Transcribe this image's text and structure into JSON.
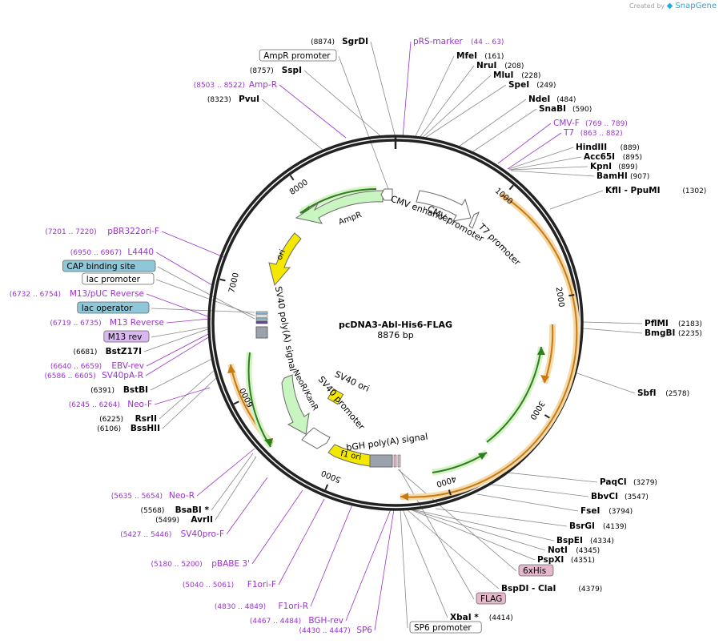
{
  "watermark": {
    "created_by": "Created by",
    "brand": "SnapGene"
  },
  "plasmid": {
    "name": "pcDNA3-Abl-His6-FLAG",
    "size_label": "8876 bp",
    "length": 8876
  },
  "ticks": [
    "1000",
    "2000",
    "3000",
    "4000",
    "5000",
    "6000",
    "7000",
    "8000"
  ],
  "colors": {
    "enzyme": "#000000",
    "primer": "#9a33cc",
    "orange": "#e39c30",
    "green": "#3a9a2a",
    "feature_green": "#c8f5c0",
    "yellow": "#f5e800",
    "gray": "#9aa3ab",
    "blue_box": "#8ec8d8",
    "pink_box": "#e6b8cc"
  },
  "features": {
    "ampr": "AmpR",
    "ori": "ori",
    "cmv_enhancer": "CMV enhancer",
    "cmv_promoter": "CMV promoter",
    "t7_promoter": "T7 promoter",
    "sv40_polya": "SV40 poly(A) signal",
    "neo": "NeoR/KanR",
    "sv40_promoter": "SV40 promoter",
    "sv40_ori": "SV40 ori",
    "bgh_polya": "bGH poly(A) signal",
    "f1_ori": "f1 ori"
  },
  "labels": [
    {
      "id": "sgrdi",
      "kind": "enzyme",
      "name": "SgrDI",
      "pos": "(8874)"
    },
    {
      "id": "ampr-promoter",
      "kind": "feature",
      "name": "AmpR promoter"
    },
    {
      "id": "sspi",
      "kind": "enzyme",
      "name": "SspI",
      "pos": "(8757)"
    },
    {
      "id": "amp-r",
      "kind": "primer",
      "name": "Amp-R",
      "pos": "(8503 .. 8522)"
    },
    {
      "id": "pvui",
      "kind": "enzyme",
      "name": "PvuI",
      "pos": "(8323)"
    },
    {
      "id": "prs-marker",
      "kind": "primer",
      "name": "pRS-marker",
      "pos": "(44 .. 63)"
    },
    {
      "id": "mfei",
      "kind": "enzyme",
      "name": "MfeI",
      "pos": "(161)"
    },
    {
      "id": "nrui",
      "kind": "enzyme",
      "name": "NruI",
      "pos": "(208)"
    },
    {
      "id": "mlui",
      "kind": "enzyme",
      "name": "MluI",
      "pos": "(228)"
    },
    {
      "id": "spei",
      "kind": "enzyme",
      "name": "SpeI",
      "pos": "(249)"
    },
    {
      "id": "ndei",
      "kind": "enzyme",
      "name": "NdeI",
      "pos": "(484)"
    },
    {
      "id": "snabi",
      "kind": "enzyme",
      "name": "SnaBI",
      "pos": "(590)"
    },
    {
      "id": "cmv-f",
      "kind": "primer",
      "name": "CMV-F",
      "pos": "(769 .. 789)"
    },
    {
      "id": "t7",
      "kind": "primer",
      "name": "T7",
      "pos": "(863 .. 882)"
    },
    {
      "id": "hindiii",
      "kind": "enzyme",
      "name": "HindIII",
      "pos": "(889)"
    },
    {
      "id": "acc65i",
      "kind": "enzyme",
      "name": "Acc65I",
      "pos": "(895)"
    },
    {
      "id": "kpni",
      "kind": "enzyme",
      "name": "KpnI",
      "pos": "(899)"
    },
    {
      "id": "bamhi",
      "kind": "enzyme",
      "name": "BamHI",
      "pos": "(907)"
    },
    {
      "id": "kfli",
      "kind": "enzyme",
      "name": "KflI  - PpuMI",
      "pos": "(1302)"
    },
    {
      "id": "pflmi",
      "kind": "enzyme",
      "name": "PflMI",
      "pos": "(2183)"
    },
    {
      "id": "bmgbi",
      "kind": "enzyme",
      "name": "BmgBI",
      "pos": "(2235)"
    },
    {
      "id": "sbfi",
      "kind": "enzyme",
      "name": "SbfI",
      "pos": "(2578)"
    },
    {
      "id": "paqci",
      "kind": "enzyme",
      "name": "PaqCI",
      "pos": "(3279)"
    },
    {
      "id": "bbvci",
      "kind": "enzyme",
      "name": "BbvCI",
      "pos": "(3547)"
    },
    {
      "id": "fsei",
      "kind": "enzyme",
      "name": "FseI",
      "pos": "(3794)"
    },
    {
      "id": "bsrgi",
      "kind": "enzyme",
      "name": "BsrGI",
      "pos": "(4139)"
    },
    {
      "id": "bspei",
      "kind": "enzyme",
      "name": "BspEI",
      "pos": "(4334)"
    },
    {
      "id": "noti",
      "kind": "enzyme",
      "name": "NotI",
      "pos": "(4345)"
    },
    {
      "id": "pspxi",
      "kind": "enzyme",
      "name": "PspXI",
      "pos": "(4351)"
    },
    {
      "id": "6xhis",
      "kind": "feature",
      "name": "6xHis"
    },
    {
      "id": "bspdi",
      "kind": "enzyme",
      "name": "BspDI  - ClaI",
      "pos": "(4379)"
    },
    {
      "id": "flag",
      "kind": "feature",
      "name": "FLAG"
    },
    {
      "id": "xbai",
      "kind": "enzyme",
      "name": "XbaI *",
      "pos": "(4414)"
    },
    {
      "id": "sp6-promoter",
      "kind": "feature",
      "name": "SP6 promoter"
    },
    {
      "id": "sp6",
      "kind": "primer",
      "name": "SP6",
      "pos": "(4430 .. 4447)"
    },
    {
      "id": "bgh-rev",
      "kind": "primer",
      "name": "BGH-rev",
      "pos": "(4467 .. 4484)"
    },
    {
      "id": "f1ori-r",
      "kind": "primer",
      "name": "F1ori-R",
      "pos": "(4830 .. 4849)"
    },
    {
      "id": "f1ori-f",
      "kind": "primer",
      "name": "F1ori-F",
      "pos": "(5040 .. 5061)"
    },
    {
      "id": "pbabe",
      "kind": "primer",
      "name": "pBABE 3'",
      "pos": "(5180 .. 5200)"
    },
    {
      "id": "sv40pro-f",
      "kind": "primer",
      "name": "SV40pro-F",
      "pos": "(5427 .. 5446)"
    },
    {
      "id": "avrii",
      "kind": "enzyme",
      "name": "AvrII",
      "pos": "(5499)"
    },
    {
      "id": "bsabi",
      "kind": "enzyme",
      "name": "BsaBI *",
      "pos": "(5568)"
    },
    {
      "id": "neo-r",
      "kind": "primer",
      "name": "Neo-R",
      "pos": "(5635 .. 5654)"
    },
    {
      "id": "bsshii",
      "kind": "enzyme",
      "name": "BssHII",
      "pos": "(6106)"
    },
    {
      "id": "rsrii",
      "kind": "enzyme",
      "name": "RsrII",
      "pos": "(6225)"
    },
    {
      "id": "neo-f",
      "kind": "primer",
      "name": "Neo-F",
      "pos": "(6245 .. 6264)"
    },
    {
      "id": "bstbi",
      "kind": "enzyme",
      "name": "BstBI",
      "pos": "(6391)"
    },
    {
      "id": "sv40pa-r",
      "kind": "primer",
      "name": "SV40pA-R",
      "pos": "(6586 .. 6605)"
    },
    {
      "id": "ebv-rev",
      "kind": "primer",
      "name": "EBV-rev",
      "pos": "(6640 .. 6659)"
    },
    {
      "id": "bstz17i",
      "kind": "enzyme",
      "name": "BstZ17I",
      "pos": "(6681)"
    },
    {
      "id": "m13-rev",
      "kind": "feature",
      "name": "M13 rev"
    },
    {
      "id": "m13-reverse",
      "kind": "primer",
      "name": "M13 Reverse",
      "pos": "(6719 .. 6735)"
    },
    {
      "id": "lac-operator",
      "kind": "feature",
      "name": "lac operator"
    },
    {
      "id": "m13-puc-reverse",
      "kind": "primer",
      "name": "M13/pUC Reverse",
      "pos": "(6732 .. 6754)"
    },
    {
      "id": "lac-promoter",
      "kind": "feature",
      "name": "lac promoter"
    },
    {
      "id": "cap-binding-site",
      "kind": "feature",
      "name": "CAP binding site"
    },
    {
      "id": "l4440",
      "kind": "primer",
      "name": "L4440",
      "pos": "(6950 .. 6967)"
    },
    {
      "id": "pbr322ori-f",
      "kind": "primer",
      "name": "pBR322ori-F",
      "pos": "(7201 .. 7220)"
    }
  ]
}
